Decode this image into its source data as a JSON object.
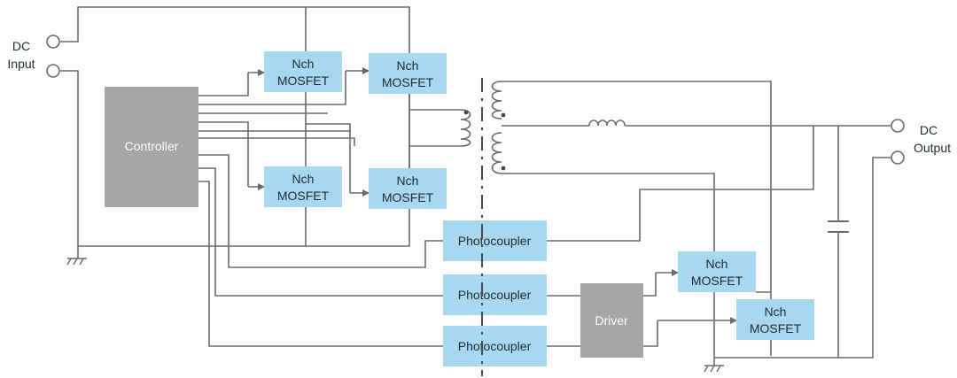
{
  "colors": {
    "block_fill": "#a7d8f0",
    "controller_fill": "#a6a6a6",
    "driver_fill": "#a6a6a6",
    "wire": "#6b6b6b",
    "text": "#1f2a33"
  },
  "terminals": {
    "input": {
      "line1": "DC",
      "line2": "Input"
    },
    "output": {
      "line1": "DC",
      "line2": "Output"
    }
  },
  "controller": {
    "label": "Controller"
  },
  "driver": {
    "label": "Driver"
  },
  "mosfets": [
    {
      "line1": "Nch",
      "line2": "MOSFET"
    },
    {
      "line1": "Nch",
      "line2": "MOSFET"
    },
    {
      "line1": "Nch",
      "line2": "MOSFET"
    },
    {
      "line1": "Nch",
      "line2": "MOSFET"
    },
    {
      "line1": "Nch",
      "line2": "MOSFET"
    },
    {
      "line1": "Nch",
      "line2": "MOSFET"
    }
  ],
  "photocouplers": [
    {
      "label": "Photocoupler"
    },
    {
      "label": "Photocoupler"
    },
    {
      "label": "Photocoupler"
    }
  ],
  "icons": {
    "ground": "ground-icon",
    "transformer": "transformer-icon",
    "inductor": "inductor-icon",
    "capacitor": "capacitor-icon",
    "terminal": "terminal-icon"
  }
}
